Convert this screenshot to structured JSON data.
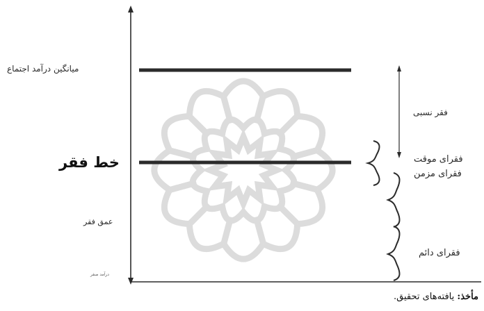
{
  "labels": {
    "mean_income": "میانگین درآمد اجتماع",
    "poverty_line": "خط فقر",
    "poverty_depth": "عمق فقر",
    "zero_income": "درآمد صفر",
    "relative_poverty": "فقر نسبی",
    "temporary_poverty": "فقرای موقت",
    "chronic_poverty": "فقرای مزمن",
    "permanent_poverty": "فقرای دائم"
  },
  "source": {
    "prefix": "مأخذ:",
    "text": "یافته‌های تحقیق."
  },
  "colors": {
    "line": "#2b2b2b",
    "watermark": "#d6d6d6"
  }
}
